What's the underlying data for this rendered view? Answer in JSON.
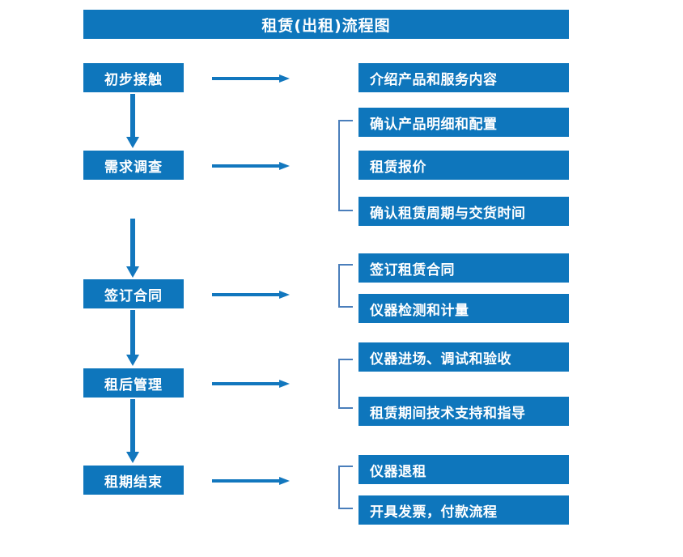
{
  "title": "租赁(出租)流程图",
  "colors": {
    "box_fill": "#0e76bc",
    "box_text": "#ffffff",
    "arrow": "#1277be",
    "bracket": "#4a7ebb",
    "background": "#ffffff"
  },
  "stages": [
    {
      "label": "初步接触"
    },
    {
      "label": "需求调查"
    },
    {
      "label": "签订合同"
    },
    {
      "label": "租后管理"
    },
    {
      "label": "租期结束"
    }
  ],
  "tasks": [
    {
      "label": "介绍产品和服务内容"
    },
    {
      "label": "确认产品明细和配置"
    },
    {
      "label": "租赁报价"
    },
    {
      "label": "确认租赁周期与交货时间"
    },
    {
      "label": "签订租赁合同"
    },
    {
      "label": "仪器检测和计量"
    },
    {
      "label": "仪器进场、调试和验收"
    },
    {
      "label": "租赁期间技术支持和指导"
    },
    {
      "label": "仪器退租"
    },
    {
      "label": "开具发票，付款流程"
    }
  ],
  "arrows": {
    "horizontal_count": 5,
    "vertical_count": 4,
    "direction_horizontal": "right",
    "direction_vertical": "down"
  },
  "brackets": {
    "count": 4,
    "groups": [
      {
        "tasks": [
          "确认产品明细和配置",
          "租赁报价",
          "确认租赁周期与交货时间"
        ]
      },
      {
        "tasks": [
          "签订租赁合同",
          "仪器检测和计量"
        ]
      },
      {
        "tasks": [
          "仪器进场、调试和验收",
          "租赁期间技术支持和指导"
        ]
      },
      {
        "tasks": [
          "仪器退租",
          "开具发票，付款流程"
        ]
      }
    ]
  }
}
